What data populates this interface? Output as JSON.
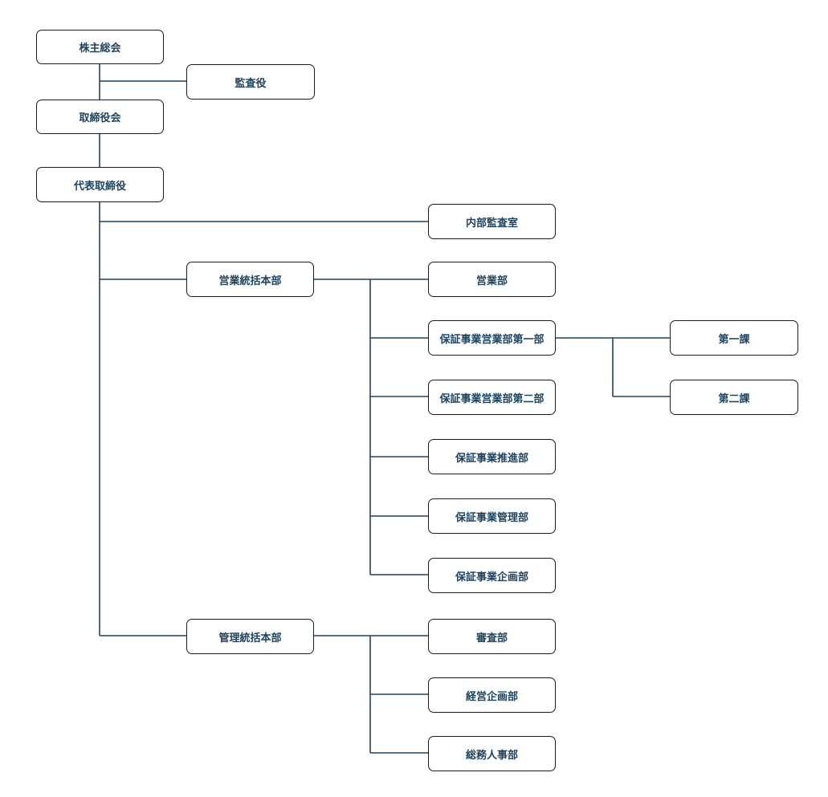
{
  "colors": {
    "line": "#1e4460",
    "text": "#1e4460",
    "border": "#1c1c1c"
  },
  "nodes": {
    "shareholders": "株主総会",
    "auditor": "監査役",
    "board": "取締役会",
    "ceo": "代表取締役",
    "internal_audit": "内部監査室",
    "sales_hq": "営業統括本部",
    "sales_dept": "営業部",
    "guarantee_sales_1": "保証事業営業部第一部",
    "section_1": "第一課",
    "section_2": "第二課",
    "guarantee_sales_2": "保証事業営業部第二部",
    "guarantee_promotion": "保証事業推進部",
    "guarantee_management": "保証事業管理部",
    "guarantee_planning": "保証事業企画部",
    "admin_hq": "管理統括本部",
    "review_dept": "審査部",
    "corporate_planning": "経営企画部",
    "general_affairs_hr": "総務人事部"
  }
}
